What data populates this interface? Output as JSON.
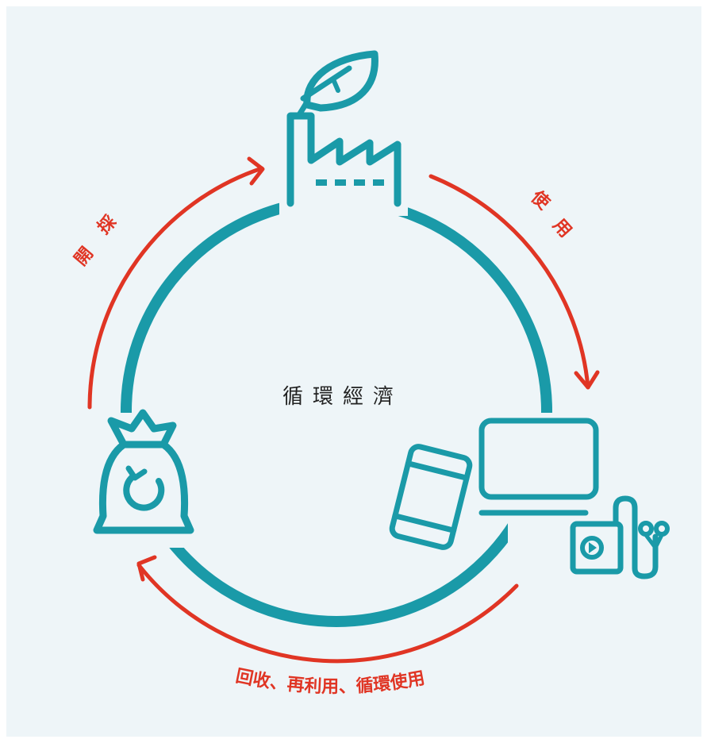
{
  "colors": {
    "background": "#eef5f8",
    "primary": "#1a9aa8",
    "accent": "#e03524",
    "text_dark": "#222222"
  },
  "center": {
    "label": "循環經濟"
  },
  "stages": [
    {
      "id": "production",
      "icon": "factory-leaf-icon"
    },
    {
      "id": "use",
      "icon": "devices-icon"
    },
    {
      "id": "recycle",
      "icon": "recycle-bag-icon"
    }
  ],
  "arcs": {
    "top_left": {
      "label_chars": [
        "開",
        "採"
      ]
    },
    "top_right": {
      "label_chars": [
        "使",
        "用"
      ]
    },
    "bottom": {
      "label": "回收、再利用、循環使用"
    }
  }
}
